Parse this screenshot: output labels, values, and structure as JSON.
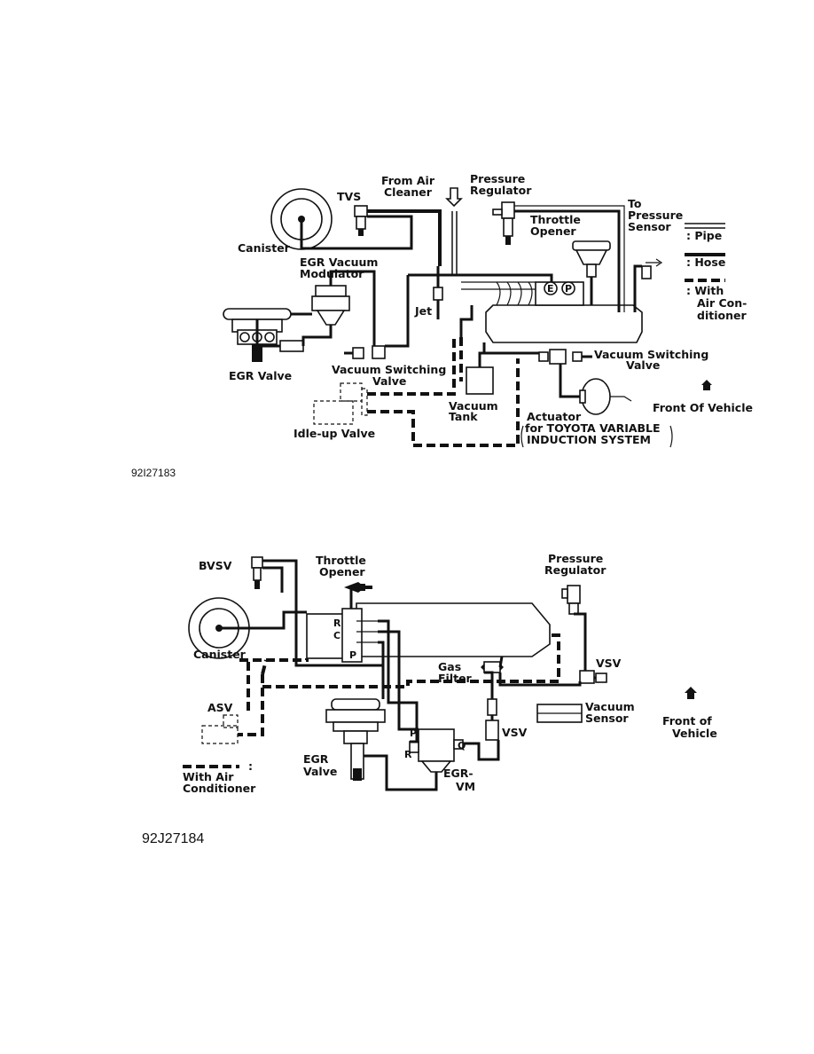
{
  "diagram1": {
    "code": "92I27183",
    "labels": {
      "from_air_cleaner_1": "From Air",
      "from_air_cleaner_2": "Cleaner",
      "pressure_regulator_1": "Pressure",
      "pressure_regulator_2": "Regulator",
      "tvs": "TVS",
      "to_pressure_sensor_1": "To",
      "to_pressure_sensor_2": "Pressure",
      "to_pressure_sensor_3": "Sensor",
      "throttle_opener_1": "Throttle",
      "throttle_opener_2": "Opener",
      "canister": "Canister",
      "egr_vm_1": "EGR Vacuum",
      "egr_vm_2": "Modulator",
      "jet": "Jet",
      "egr_valve": "EGR Valve",
      "vsv_left_1": "Vacuum Switching",
      "vsv_left_2": "Valve",
      "vsv_right_1": "Vacuum Switching",
      "vsv_right_2": "Valve",
      "vacuum_tank_1": "Vacuum",
      "vacuum_tank_2": "Tank",
      "idle_up_valve": "Idle-up Valve",
      "actuator_1": "Actuator",
      "actuator_2": "for TOYOTA VARIABLE",
      "actuator_3": "INDUCTION SYSTEM",
      "front_of_vehicle": "Front Of Vehicle",
      "port_e": "E",
      "port_p": "P"
    },
    "legend": {
      "pipe": ": Pipe",
      "hose": ": Hose",
      "ac_1": ": With",
      "ac_2": "Air Con-",
      "ac_3": "ditioner"
    }
  },
  "diagram2": {
    "code": "92J27184",
    "labels": {
      "bvsv": "BVSV",
      "throttle_opener_1": "Throttle",
      "throttle_opener_2": "Opener",
      "pressure_regulator_1": "Pressure",
      "pressure_regulator_2": "Regulator",
      "canister": "Canister",
      "gas_filter_1": "Gas",
      "gas_filter_2": "Filter",
      "vsv_right": "VSV",
      "vsv_center": "VSV",
      "asv": "ASV",
      "vacuum_sensor_1": "Vacuum",
      "vacuum_sensor_2": "Sensor",
      "egr_valve_1": "EGR",
      "egr_valve_2": "Valve",
      "egr_vm_1": "EGR-",
      "egr_vm_2": "VM",
      "front_of_vehicle_1": "Front  of",
      "front_of_vehicle_2": "Vehicle",
      "port_r": "R",
      "port_c": "C",
      "port_p": "P",
      "egrvm_p": "P",
      "egrvm_q": "Q",
      "egrvm_r": "R"
    },
    "legend": {
      "ac_colon": ":",
      "ac_1": "With  Air",
      "ac_2": "Conditioner"
    }
  }
}
